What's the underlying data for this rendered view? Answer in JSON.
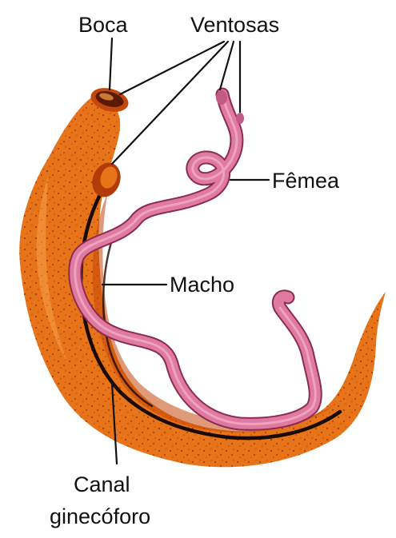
{
  "labels": {
    "boca": "Boca",
    "ventosas": "Ventosas",
    "femea": "Fêmea",
    "macho": "Macho",
    "canal_line1": "Canal",
    "canal_line2": "ginecóforo"
  },
  "colors": {
    "male_body": "#e8741a",
    "male_shadow": "#c4470b",
    "male_light": "#f5a24a",
    "female_body": "#e07aa0",
    "female_outline": "#8a2c52",
    "canal": "#1a0a05",
    "text": "#111111"
  }
}
